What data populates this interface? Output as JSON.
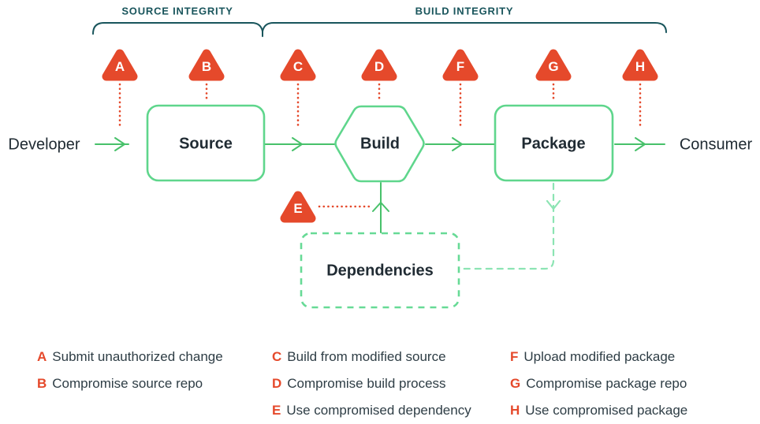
{
  "sections": {
    "source_integrity": "SOURCE INTEGRITY",
    "build_integrity": "BUILD INTEGRITY"
  },
  "endpoints": {
    "developer": "Developer",
    "consumer": "Consumer"
  },
  "nodes": {
    "source": "Source",
    "build": "Build",
    "package": "Package",
    "dependencies": "Dependencies"
  },
  "threats": {
    "A": {
      "id": "A",
      "desc": "Submit unauthorized change"
    },
    "B": {
      "id": "B",
      "desc": "Compromise source repo"
    },
    "C": {
      "id": "C",
      "desc": "Build from modified source"
    },
    "D": {
      "id": "D",
      "desc": "Compromise build process"
    },
    "E": {
      "id": "E",
      "desc": "Use compromised dependency"
    },
    "F": {
      "id": "F",
      "desc": "Upload modified package"
    },
    "G": {
      "id": "G",
      "desc": "Compromise package repo"
    },
    "H": {
      "id": "H",
      "desc": "Use compromised package"
    }
  },
  "colors": {
    "threat_red": "#e5492b",
    "flow_green": "#47c16a",
    "node_border_green": "#5fd68c",
    "dependencies_dash_green": "#67da96",
    "feedback_dash_green": "#8ce4b3",
    "section_teal": "#19555c",
    "text_dark": "#202b33"
  }
}
